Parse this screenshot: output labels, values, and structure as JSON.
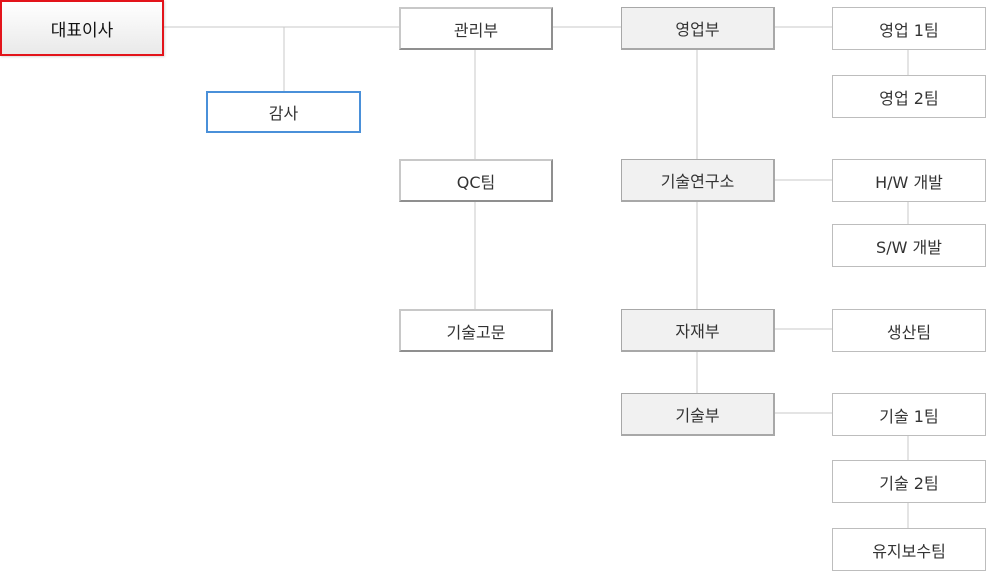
{
  "org_chart": {
    "ceo": "대표이사",
    "audit": "감사",
    "admin_dept": "관리부",
    "qc_team": "QC팀",
    "tech_advisor": "기술고문",
    "sales_dept": "영업부",
    "rnd_lab": "기술연구소",
    "materials_dept": "자재부",
    "tech_dept": "기술부",
    "sales_team_1": "영업 1팀",
    "sales_team_2": "영업 2팀",
    "hw_dev": "H/W 개발",
    "sw_dev": "S/W 개발",
    "production_team": "생산팀",
    "tech_team_1": "기술 1팀",
    "tech_team_2": "기술 2팀",
    "maintenance_team": "유지보수팀"
  },
  "colors": {
    "ceo_border": "#e3141b",
    "audit_border": "#4a90d9",
    "connector": "#c8c8c8"
  }
}
